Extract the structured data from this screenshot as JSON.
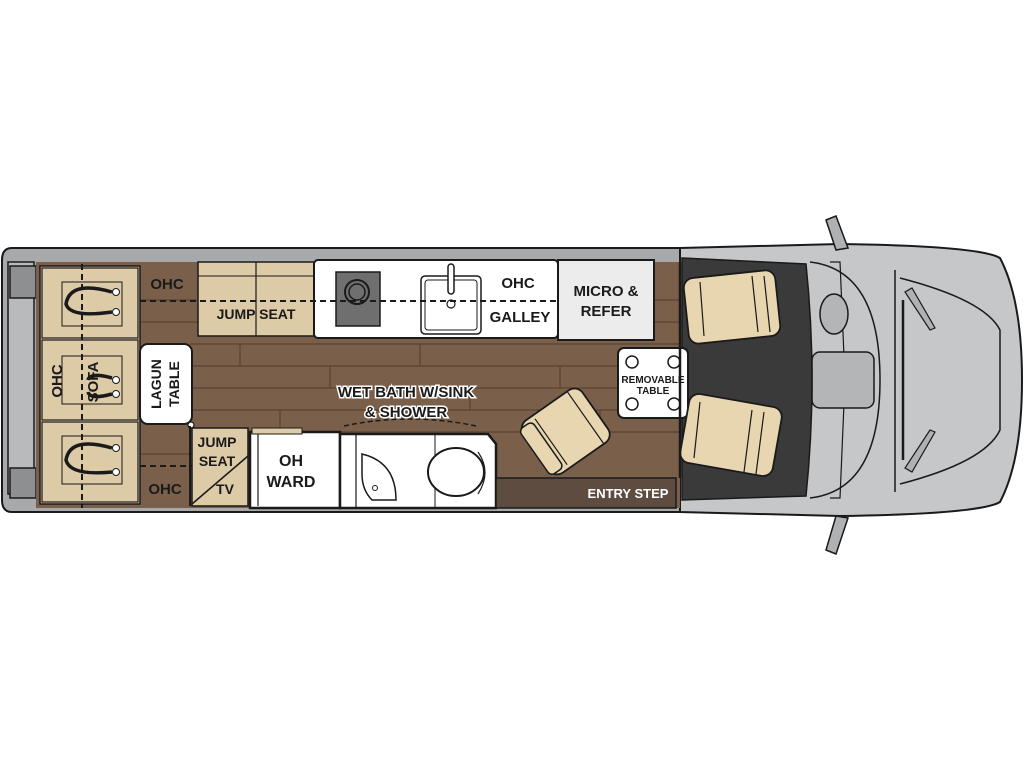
{
  "diagram": {
    "type": "rv-floorplan",
    "colors": {
      "exterior_shell": "#a8a9ab",
      "wood_floor": "#7a5f4a",
      "wood_plank_line": "#5a4332",
      "cabinetry": "#ddcaa6",
      "cab_floor": "#3a3a3a",
      "cab_body": "#c6c7c9",
      "appliance_white": "#ffffff",
      "appliance_grey": "#6f6f6f",
      "seat_leather": "#e8d6b1",
      "outline": "#1a1a1a"
    },
    "labels": {
      "ohc_rear_top": "OHC",
      "ohc_rear_bottom": "OHC",
      "ohc_sofa": "OHC",
      "sofa": "SOFA",
      "jump_seat_top": "JUMP SEAT",
      "lagun_table_1": "LAGUN",
      "lagun_table_2": "TABLE",
      "jump_seat_bottom_1": "JUMP",
      "jump_seat_bottom_2": "SEAT",
      "tv": "TV",
      "oh_ward_1": "OH",
      "oh_ward_2": "WARD",
      "galley_ohc": "OHC",
      "galley": "GALLEY",
      "micro_refer_1": "MICRO &",
      "micro_refer_2": "REFER",
      "wet_bath_1": "WET BATH W/SINK",
      "wet_bath_2": "& SHOWER",
      "removable_table_1": "REMOVABLE",
      "removable_table_2": "TABLE",
      "entry_step": "ENTRY STEP"
    }
  }
}
